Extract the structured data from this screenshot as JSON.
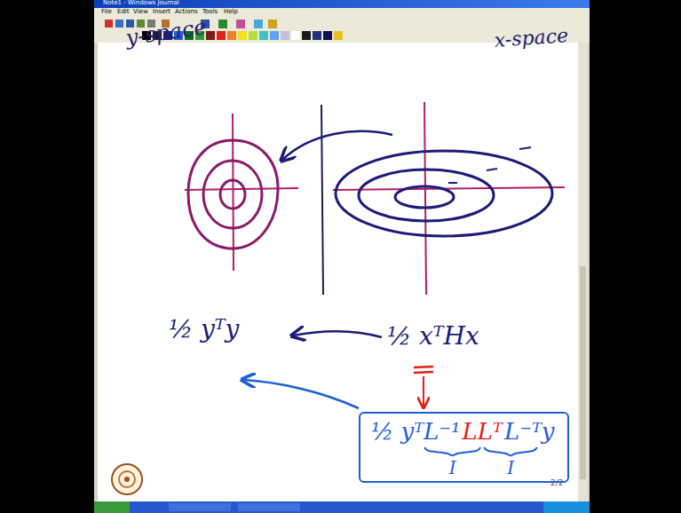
{
  "diagram": {
    "nodes": [
      {
        "text": [
          "½ yᵀL⁻¹",
          "LLᵀ",
          "L⁻ᵀy"
        ]
      }
    ],
    "labels": [
      "Note1 - Windows Journal",
      "File",
      "Edit",
      "View",
      "Insert",
      "Actions",
      "Tools",
      "Help",
      "y-space",
      "x-space",
      "½ yᵀy",
      "½ xᵀHx",
      "I",
      "I",
      "2/2"
    ]
  }
}
